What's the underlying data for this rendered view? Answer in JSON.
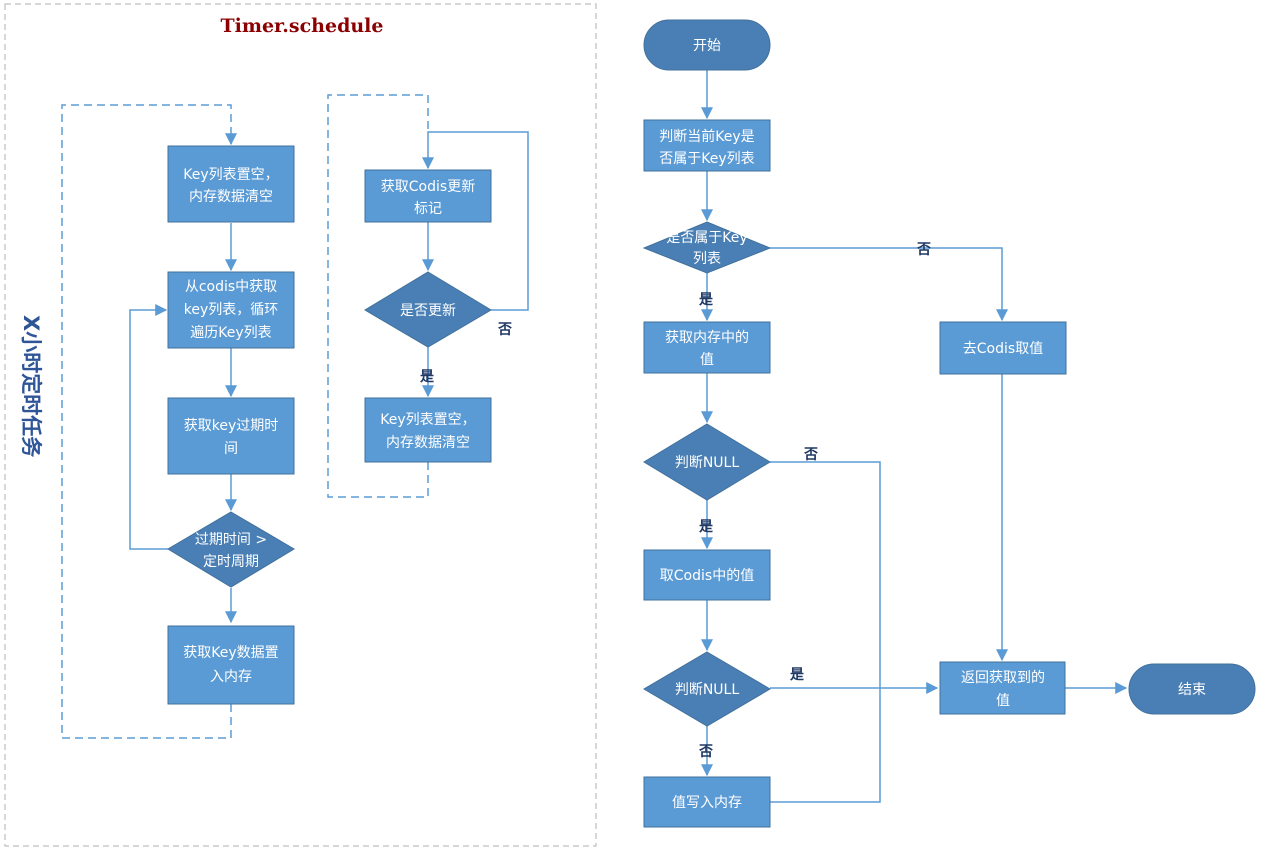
{
  "group": {
    "title": "Timer.schedule",
    "side_label": "X小时定时任务"
  },
  "colors": {
    "node_fill": "#5b9bd5",
    "node_stroke": "#41719c",
    "terminal_fill": "#4a7fb5",
    "edge": "#5b9bd5",
    "dashed": "#5b9bd5",
    "border": "#bfbfbf"
  },
  "left_flow": {
    "reset": [
      "Key列表置空，",
      "内存数据清空"
    ],
    "loop_keys": [
      "从codis中获取",
      "key列表，循环",
      "遍历Key列表"
    ],
    "get_expire": [
      "获取key过期时",
      "间"
    ],
    "expire_check": [
      "过期时间 >",
      "定时周期"
    ],
    "load": [
      "获取Key数据置",
      "入内存"
    ]
  },
  "mid_flow": {
    "get_flag": [
      "获取Codis更新",
      "标记"
    ],
    "updated_check": "是否更新",
    "no": "否",
    "yes": "是",
    "reset": [
      "Key列表置空，",
      "内存数据清空"
    ]
  },
  "right_flow": {
    "start": "开始",
    "check_key": [
      "判断当前Key是",
      "否属于Key列表"
    ],
    "in_list": [
      "是否属于Key",
      "列表"
    ],
    "in_list_no": "否",
    "in_list_yes": "是",
    "from_codis": "去Codis取值",
    "get_mem": [
      "获取内存中的",
      "值"
    ],
    "null1": "判断NULL",
    "null1_no": "否",
    "null1_yes": "是",
    "get_codis": "取Codis中的值",
    "null2": "判断NULL",
    "null2_yes": "是",
    "null2_no": "否",
    "write_mem": "值写入内存",
    "return_val": [
      "返回获取到的",
      "值"
    ],
    "end": "结束"
  }
}
